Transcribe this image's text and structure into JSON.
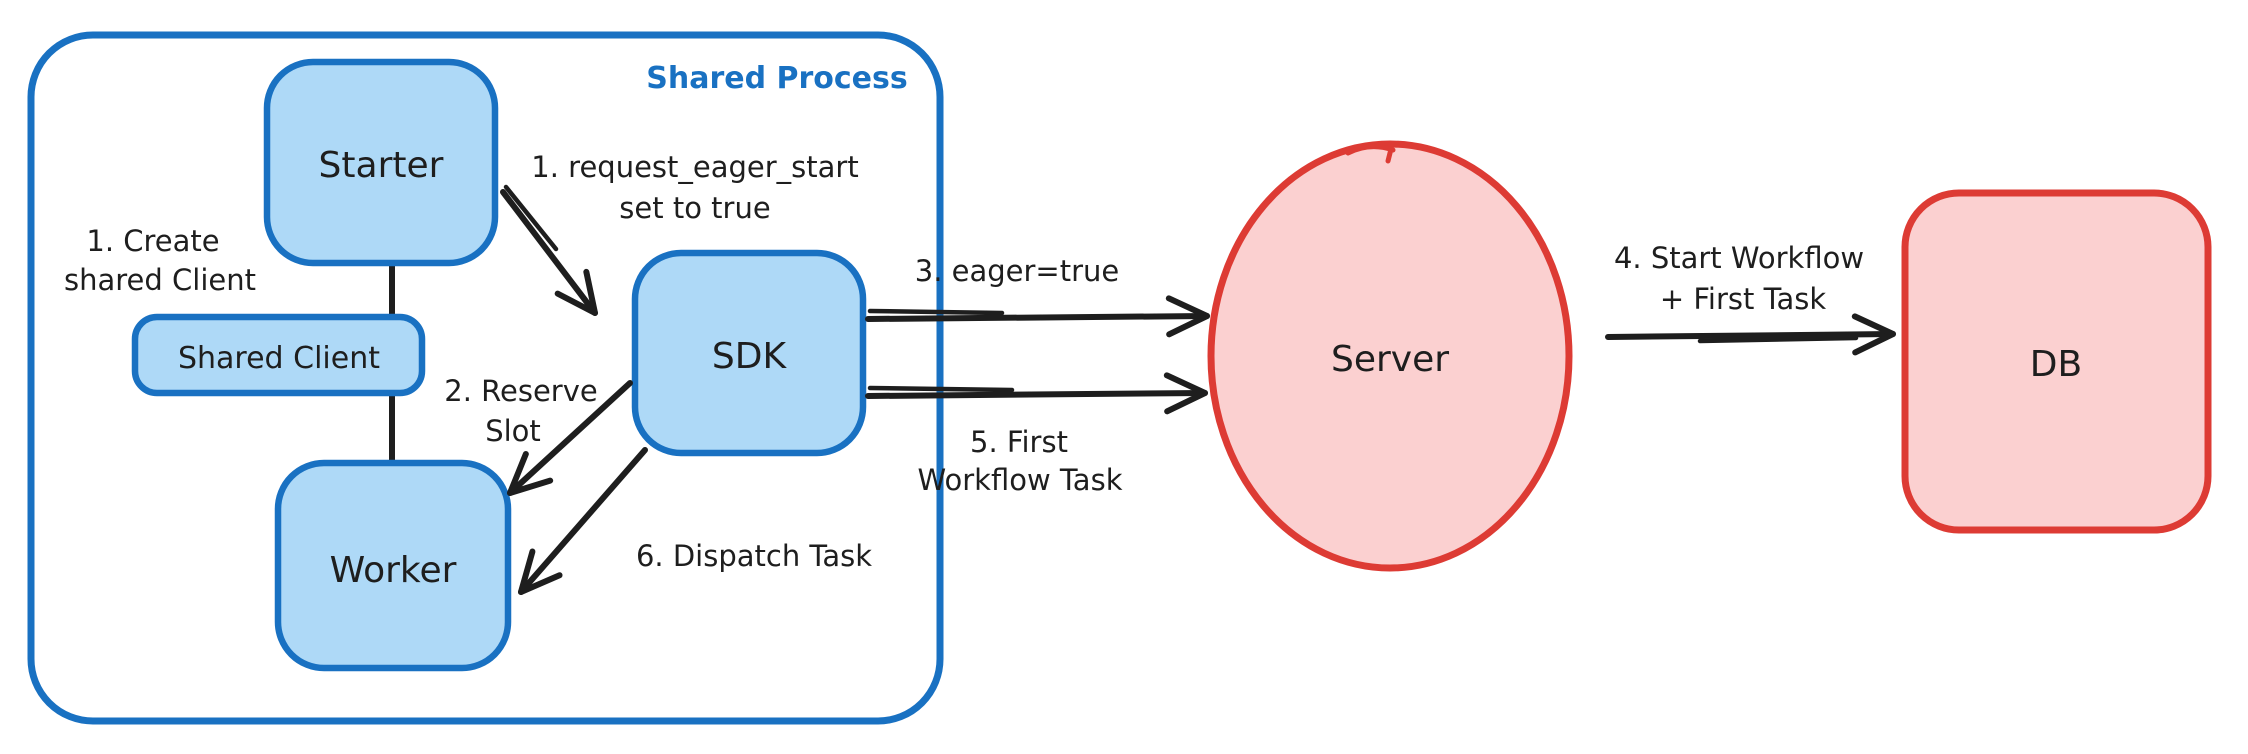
{
  "diagram": {
    "container": {
      "label": "Shared Process"
    },
    "nodes": {
      "starter": {
        "label": "Starter"
      },
      "shared_client": {
        "label": "Shared Client"
      },
      "worker": {
        "label": "Worker"
      },
      "sdk": {
        "label": "SDK"
      },
      "server": {
        "label": "Server"
      },
      "db": {
        "label": "DB"
      }
    },
    "annotations": {
      "create_shared_client": {
        "line1": "1. Create",
        "line2": "shared Client"
      },
      "request_eager_start": {
        "line1": "1. request_eager_start",
        "line2": "set to true"
      },
      "reserve_slot": {
        "line1": "2. Reserve",
        "line2": "Slot"
      },
      "eager_true": {
        "line1": "3. eager=true"
      },
      "start_workflow_first_task": {
        "line1": "4. Start Workflow",
        "line2": "+ First Task"
      },
      "first_workflow_task": {
        "line1": "5. First",
        "line2": "Workflow Task"
      },
      "dispatch_task": {
        "line1": "6. Dispatch Task"
      }
    },
    "colors": {
      "blue_stroke": "#1971c2",
      "blue_fill": "#aed9f7",
      "red_stroke": "#dd3b34",
      "red_fill": "#fbd0d0",
      "ink": "#1e1e1e",
      "background": "#ffffff"
    }
  }
}
